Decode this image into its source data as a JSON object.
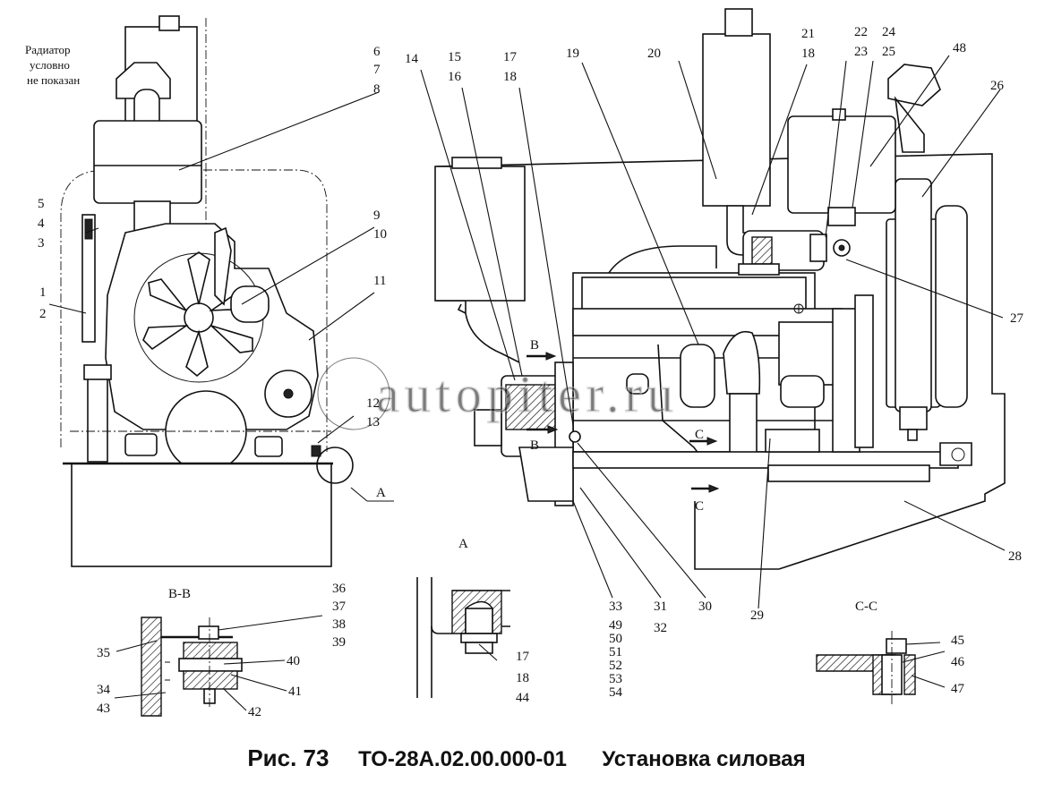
{
  "note": [
    "Радиатор",
    "условно",
    "не показан"
  ],
  "watermark": "autopiter.ru",
  "sections": {
    "view_a": "A",
    "view_a_ref": "A",
    "section_bb": "B-B",
    "section_cc": "C-C",
    "cut_b": "B",
    "cut_c": "C"
  },
  "callouts": [
    "1",
    "2",
    "3",
    "4",
    "5",
    "6",
    "7",
    "8",
    "9",
    "10",
    "11",
    "12",
    "13",
    "14",
    "15",
    "16",
    "17",
    "18",
    "19",
    "20",
    "21",
    "22",
    "23",
    "24",
    "25",
    "26",
    "27",
    "28",
    "29",
    "30",
    "31",
    "32",
    "33",
    "34",
    "35",
    "36",
    "37",
    "38",
    "39",
    "40",
    "41",
    "42",
    "43",
    "44",
    "45",
    "46",
    "47",
    "48",
    "49",
    "50",
    "51",
    "52",
    "53",
    "54"
  ],
  "callouts_repeat": {
    "18_top": "18",
    "17_detail": "17",
    "18_detail": "18"
  },
  "caption": {
    "figure": "Рис. 73",
    "code": "ТО-28А.02.00.000-01",
    "title": "Установка силовая"
  }
}
